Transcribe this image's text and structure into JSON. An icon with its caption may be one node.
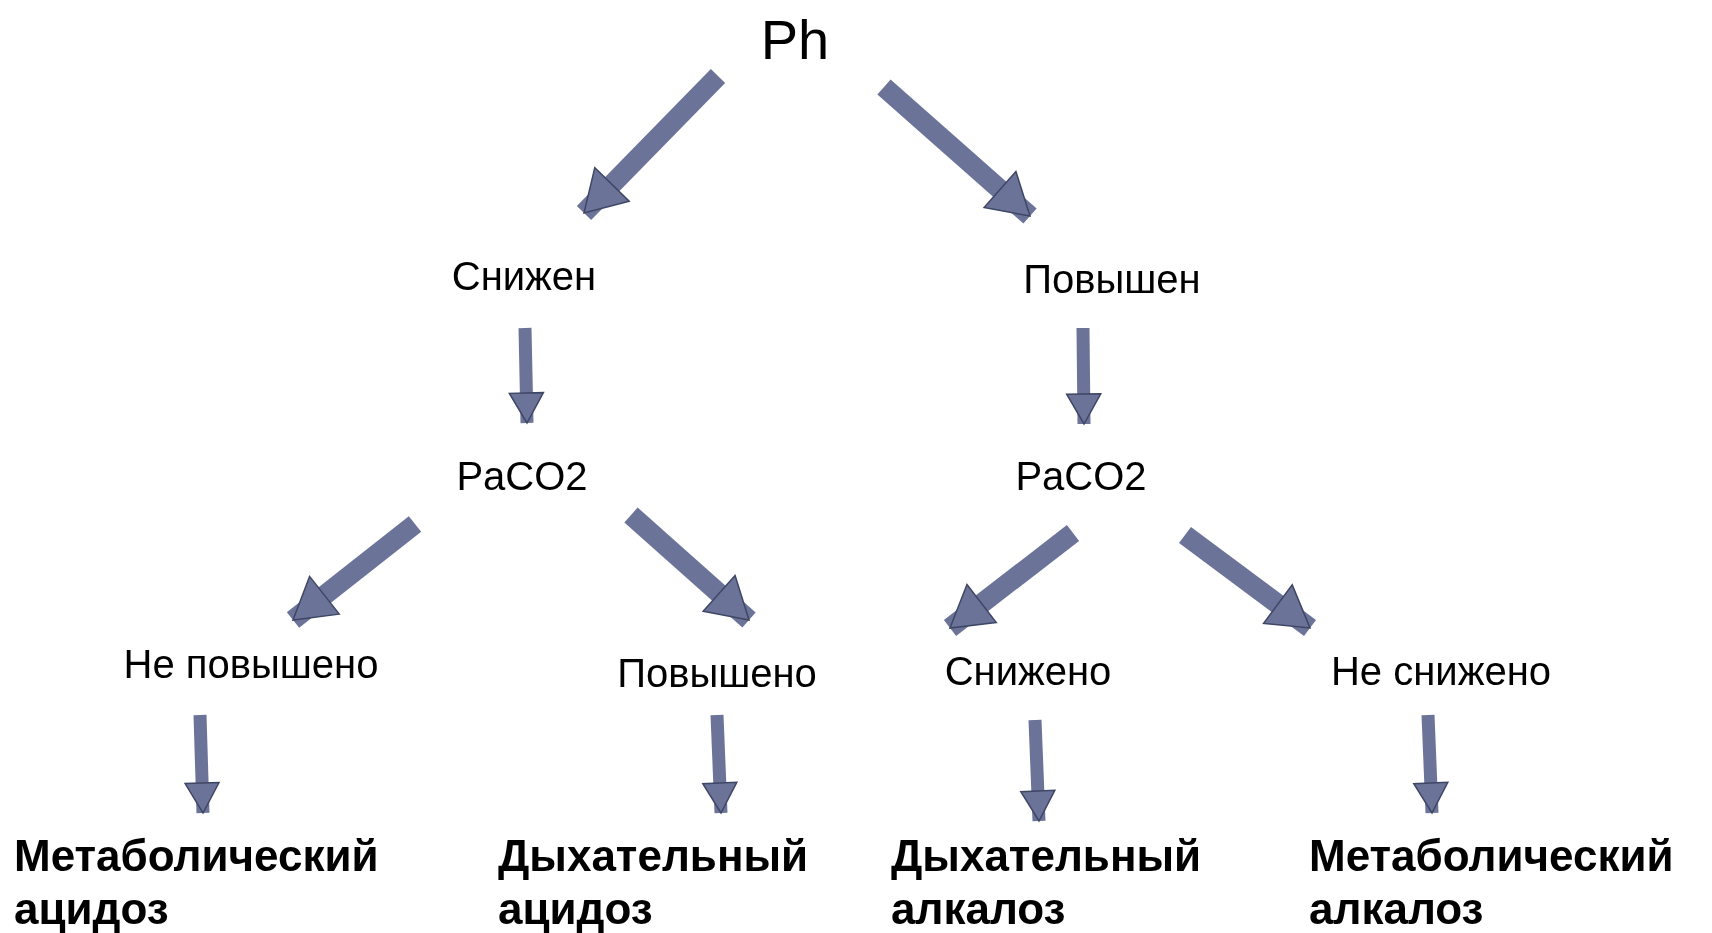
{
  "diagram": {
    "nodes": [
      {
        "text": [
          "Ph"
        ]
      },
      {
        "text": [
          "Снижен"
        ]
      },
      {
        "text": [
          "Повышен"
        ]
      },
      {
        "text": [
          "PaCO2"
        ]
      },
      {
        "text": [
          "PaCO2"
        ]
      },
      {
        "text": [
          "Не повышено"
        ]
      },
      {
        "text": [
          "Повышено"
        ]
      },
      {
        "text": [
          "Снижено"
        ]
      },
      {
        "text": [
          "Не снижено"
        ]
      },
      {
        "text": [
          "Метаболический ацидоз"
        ]
      },
      {
        "text": [
          "Дыхательный ацидоз"
        ]
      },
      {
        "text": [
          "Дыхательный алкалоз"
        ]
      },
      {
        "text": [
          "Метаболический алкалоз"
        ]
      }
    ],
    "edges": [
      {
        "from": 0,
        "to": 1,
        "arrow": "to"
      },
      {
        "from": 0,
        "to": 2,
        "arrow": "to"
      },
      {
        "from": 1,
        "to": 3,
        "arrow": "to"
      },
      {
        "from": 2,
        "to": 4,
        "arrow": "to"
      },
      {
        "from": 3,
        "to": 5,
        "arrow": "to"
      },
      {
        "from": 3,
        "to": 6,
        "arrow": "to"
      },
      {
        "from": 4,
        "to": 7,
        "arrow": "to"
      },
      {
        "from": 4,
        "to": 8,
        "arrow": "to"
      },
      {
        "from": 5,
        "to": 9,
        "arrow": "to"
      },
      {
        "from": 6,
        "to": 10,
        "arrow": "to"
      },
      {
        "from": 7,
        "to": 11,
        "arrow": "to"
      },
      {
        "from": 8,
        "to": 12,
        "arrow": "to"
      }
    ]
  }
}
